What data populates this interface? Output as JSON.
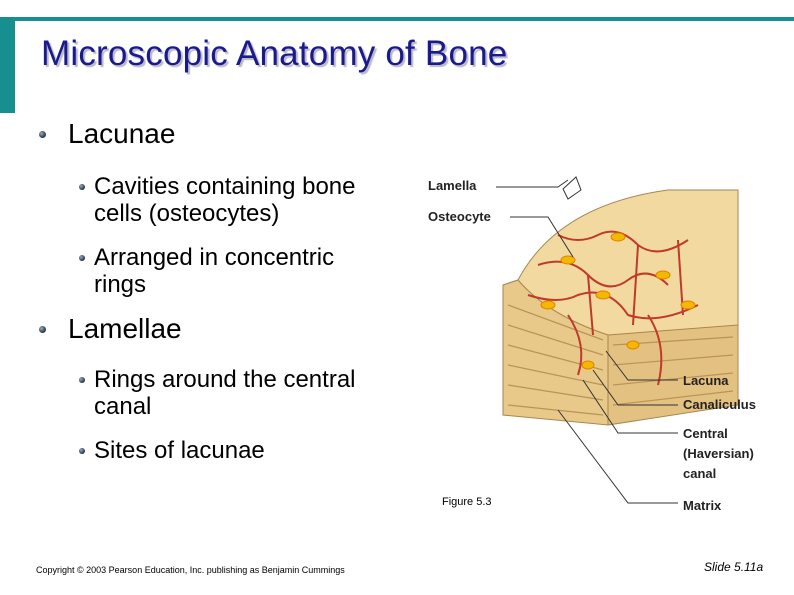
{
  "slide": {
    "title": "Microscopic Anatomy of Bone",
    "bullets": {
      "lacunae": "Lacunae",
      "lacunae_sub1_line1": "Cavities containing bone",
      "lacunae_sub1_line2": "cells (osteocytes)",
      "lacunae_sub2_line1": "Arranged in concentric",
      "lacunae_sub2_line2": "rings",
      "lamellae": "Lamellae",
      "lamellae_sub1_line1": "Rings around the central",
      "lamellae_sub1_line2": "canal",
      "lamellae_sub2": "Sites of lacunae"
    },
    "figure": {
      "labels": {
        "lamella": "Lamella",
        "osteocyte": "Osteocyte",
        "lacuna": "Lacuna",
        "canaliculus": "Canaliculus",
        "central_line1": "Central",
        "central_line2": "(Haversian)",
        "central_line3": "canal",
        "matrix": "Matrix"
      },
      "caption": "Figure 5.3"
    },
    "footer": {
      "copyright": "Copyright © 2003 Pearson Education, Inc. publishing as Benjamin Cummings",
      "slide_number": "Slide 5.11a"
    },
    "colors": {
      "accent": "#178f8f",
      "title": "#1a1a8c",
      "bone": "#f2d9a0",
      "osteocyte": "#f5b800",
      "canaliculus": "#c0392b"
    }
  }
}
